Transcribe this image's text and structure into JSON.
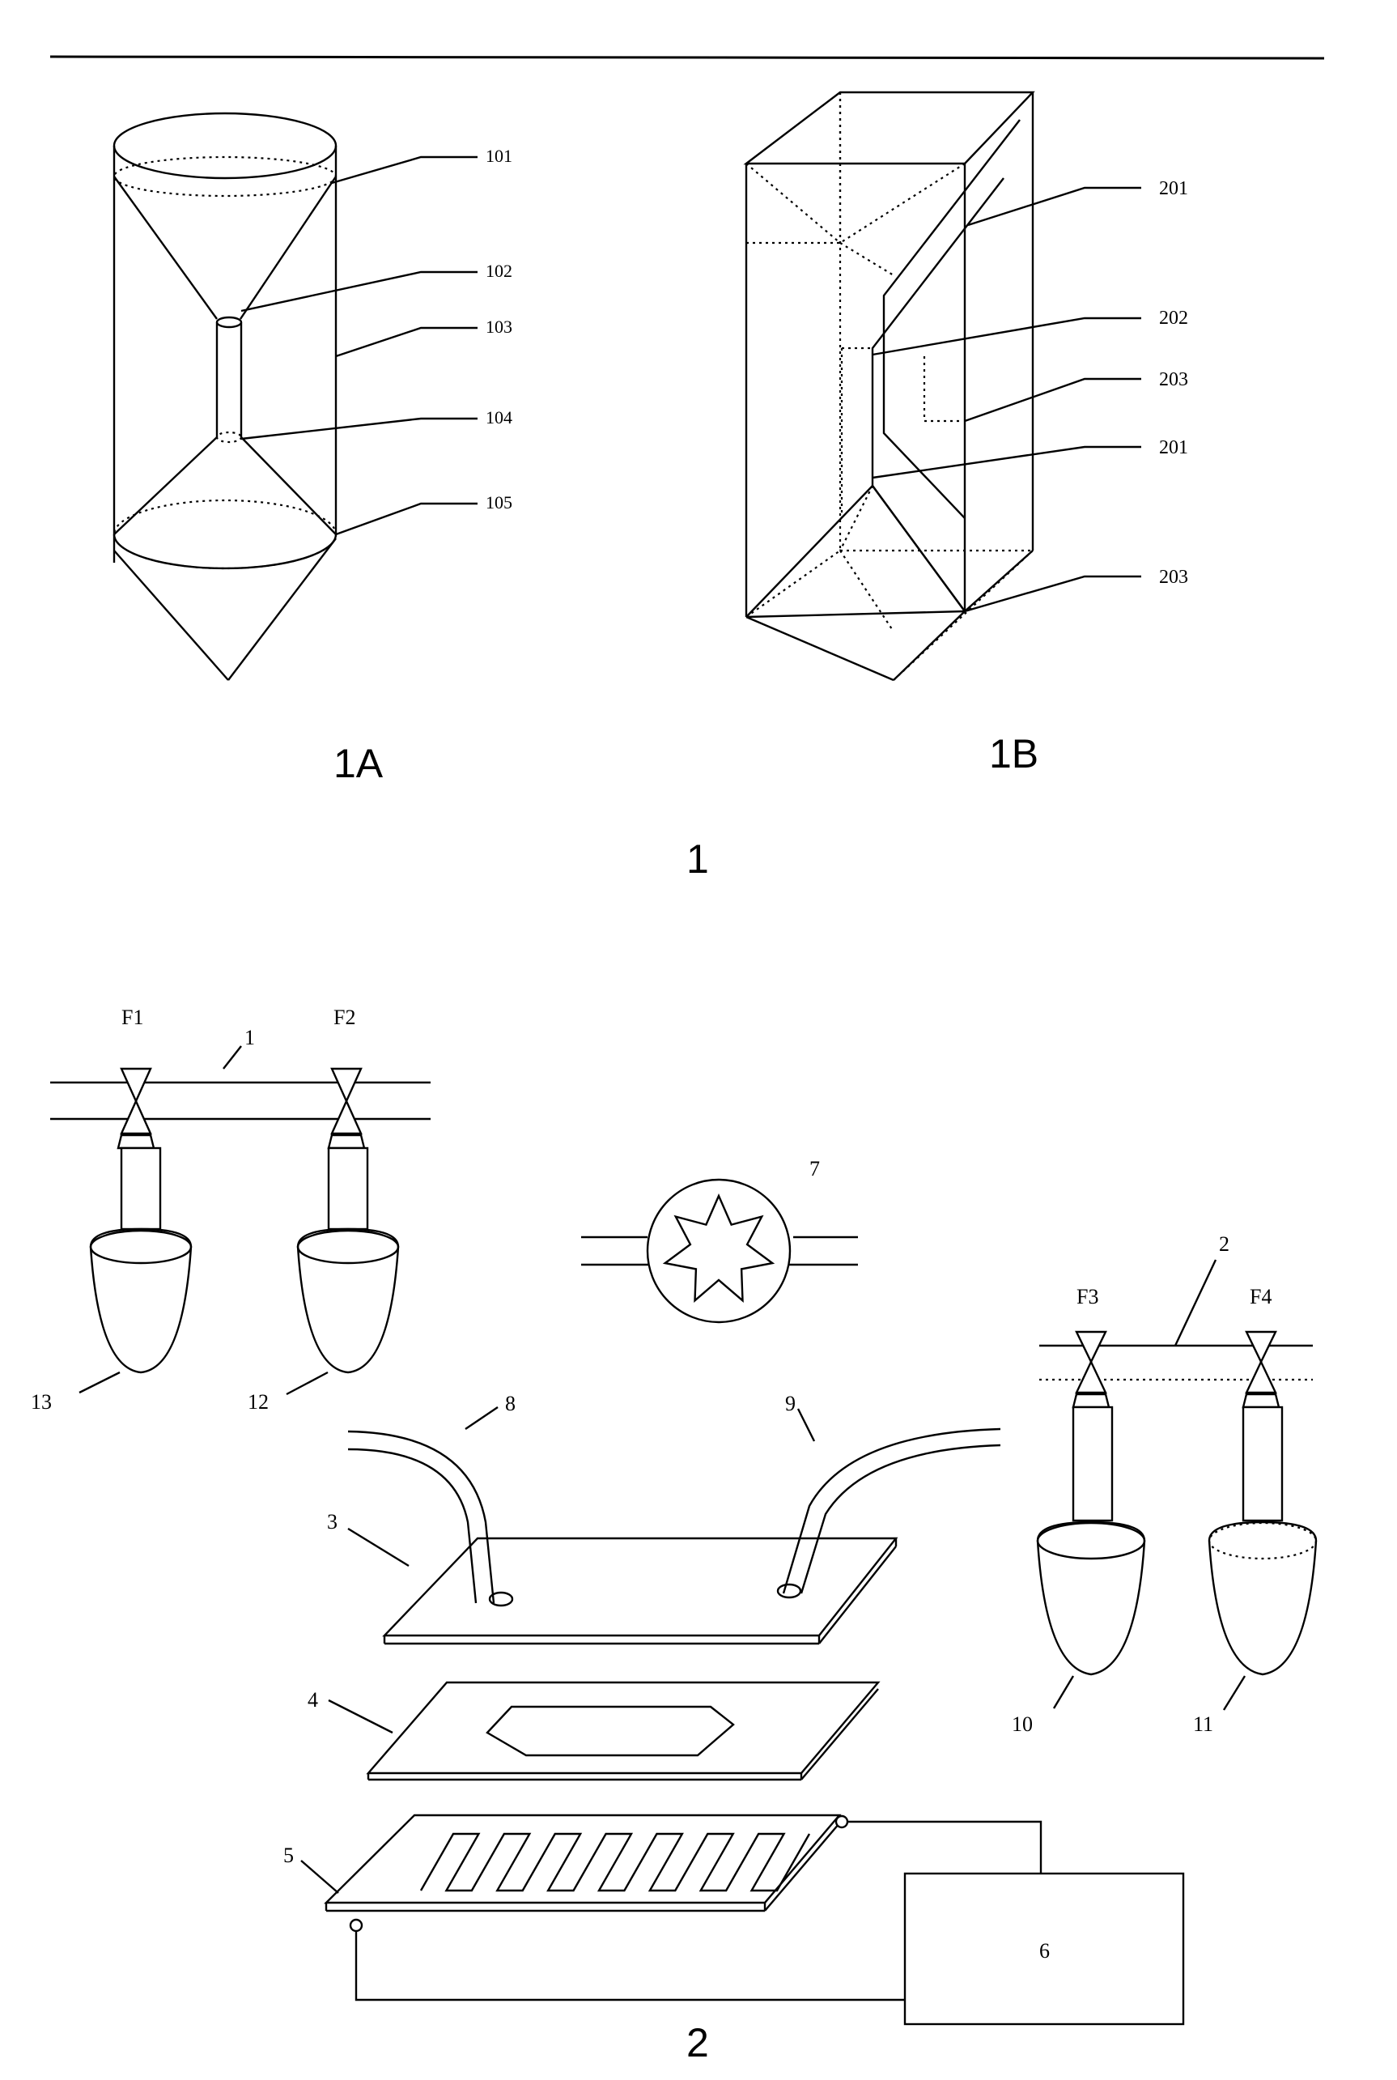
{
  "figure1": {
    "caption": "1",
    "panel_a": {
      "caption": "1A",
      "labels": [
        "101",
        "102",
        "103",
        "104",
        "105"
      ]
    },
    "panel_b": {
      "caption": "1B",
      "labels": [
        "201",
        "202",
        "203",
        "201",
        "203"
      ]
    }
  },
  "figure2": {
    "caption": "2",
    "labels": {
      "pipe_1": "1",
      "pipe_2": "2",
      "top_plate": "3",
      "channel_layer": "4",
      "electrode_plate": "5",
      "power_box": "6",
      "pump": "7",
      "tube_8": "8",
      "tube_9": "9",
      "flask_10": "10",
      "flask_11": "11",
      "flask_12": "12",
      "flask_13": "13",
      "valve_f1": "F1",
      "valve_f2": "F2",
      "valve_f3": "F3",
      "valve_f4": "F4"
    }
  }
}
